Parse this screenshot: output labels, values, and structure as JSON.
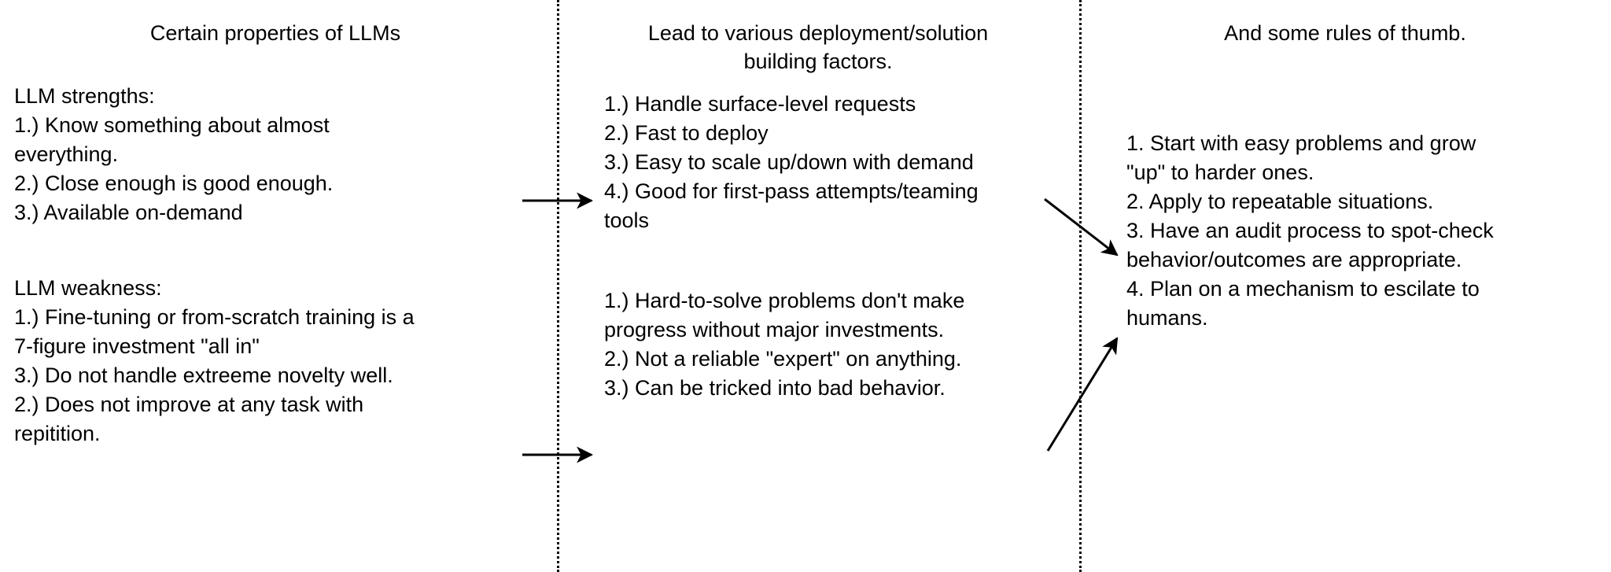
{
  "columns": {
    "left": {
      "heading": "Certain properties of LLMs",
      "strengths": "LLM strengths:\n1.) Know something about almost\neverything.\n2.) Close enough is good enough.\n3.) Available on-demand",
      "weakness": "LLM weakness:\n1.) Fine-tuning or from-scratch training is a\n7-figure investment \"all in\"\n3.) Do not handle extreeme novelty well.\n2.) Does not improve at any task with\nrepitition."
    },
    "middle": {
      "heading": "Lead to various deployment/solution\nbuilding factors.",
      "factors_upper": "1.) Handle surface-level requests\n2.) Fast to deploy\n3.) Easy to scale up/down with demand\n4.) Good for first-pass attempts/teaming\ntools",
      "factors_lower": "1.) Hard-to-solve problems don't make\nprogress without major investments.\n2.) Not a reliable \"expert\" on anything.\n3.) Can be tricked into bad behavior."
    },
    "right": {
      "heading": "And some rules of thumb.",
      "rules": "1. Start with easy problems and grow\n\"up\" to harder ones.\n2. Apply to repeatable situations.\n3. Have an audit process to spot-check\nbehavior/outcomes are appropriate.\n4. Plan on a mechanism to escilate to\nhumans."
    }
  },
  "connectors": [
    {
      "name": "arrow-strengths-to-upper-factors",
      "kind": "arrow-right"
    },
    {
      "name": "arrow-weakness-to-lower-factors",
      "kind": "arrow-right"
    },
    {
      "name": "arrow-upper-factors-to-rules",
      "kind": "arrow-down-right"
    },
    {
      "name": "arrow-lower-factors-to-rules",
      "kind": "arrow-up-right"
    }
  ],
  "style": {
    "ink": "#000000",
    "paper": "#ffffff"
  }
}
